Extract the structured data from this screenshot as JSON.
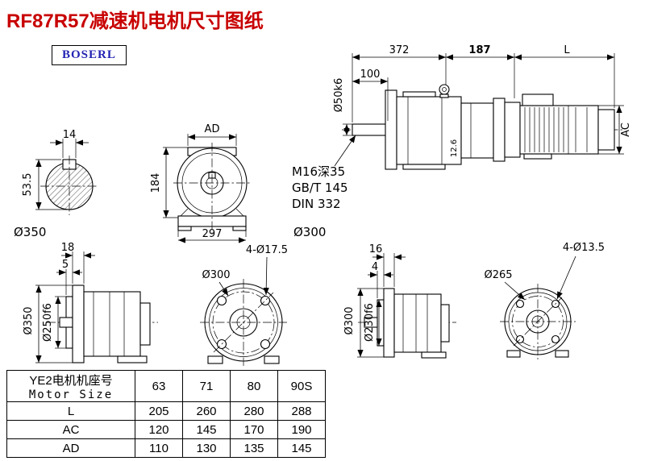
{
  "page": {
    "title": "RF87R57减速机电机尺寸图纸",
    "logo": "BOSERL"
  },
  "assembly": {
    "dim_372": "372",
    "dim_187": "187",
    "dim_L": "L",
    "dim_100": "100",
    "dim_shaft_dia": "Ø50k6",
    "dim_AC": "AC",
    "dim_12_6": "12.6",
    "note_thread": "M16深35",
    "note_standard": "GB/T 145",
    "note_din": "DIN 332"
  },
  "shaft_section": {
    "dim_key_width": "14",
    "dim_height": "53.5"
  },
  "front_view": {
    "dim_AD": "AD",
    "dim_184": "184",
    "dim_297": "297"
  },
  "free_labels": {
    "flange_350": "Ø350",
    "flange_300": "Ø300"
  },
  "flange1": {
    "dim_18": "18",
    "dim_5": "5",
    "dim_od": "Ø350",
    "dim_spigot": "Ø250f6",
    "holes": "4-Ø17.5",
    "bolt_circle": "Ø300"
  },
  "flange2": {
    "dim_16": "16",
    "dim_4": "4",
    "dim_od": "Ø300",
    "dim_spigot": "Ø230f6",
    "holes": "4-Ø13.5",
    "bolt_circle": "Ø265"
  },
  "table": {
    "header_cn": "YE2电机机座号",
    "header_en": "Motor Size",
    "sizes": [
      "63",
      "71",
      "80",
      "90S"
    ],
    "rows": [
      {
        "label": "L",
        "values": [
          "205",
          "260",
          "280",
          "288"
        ]
      },
      {
        "label": "AC",
        "values": [
          "120",
          "145",
          "170",
          "190"
        ]
      },
      {
        "label": "AD",
        "values": [
          "110",
          "130",
          "135",
          "145"
        ]
      }
    ]
  }
}
